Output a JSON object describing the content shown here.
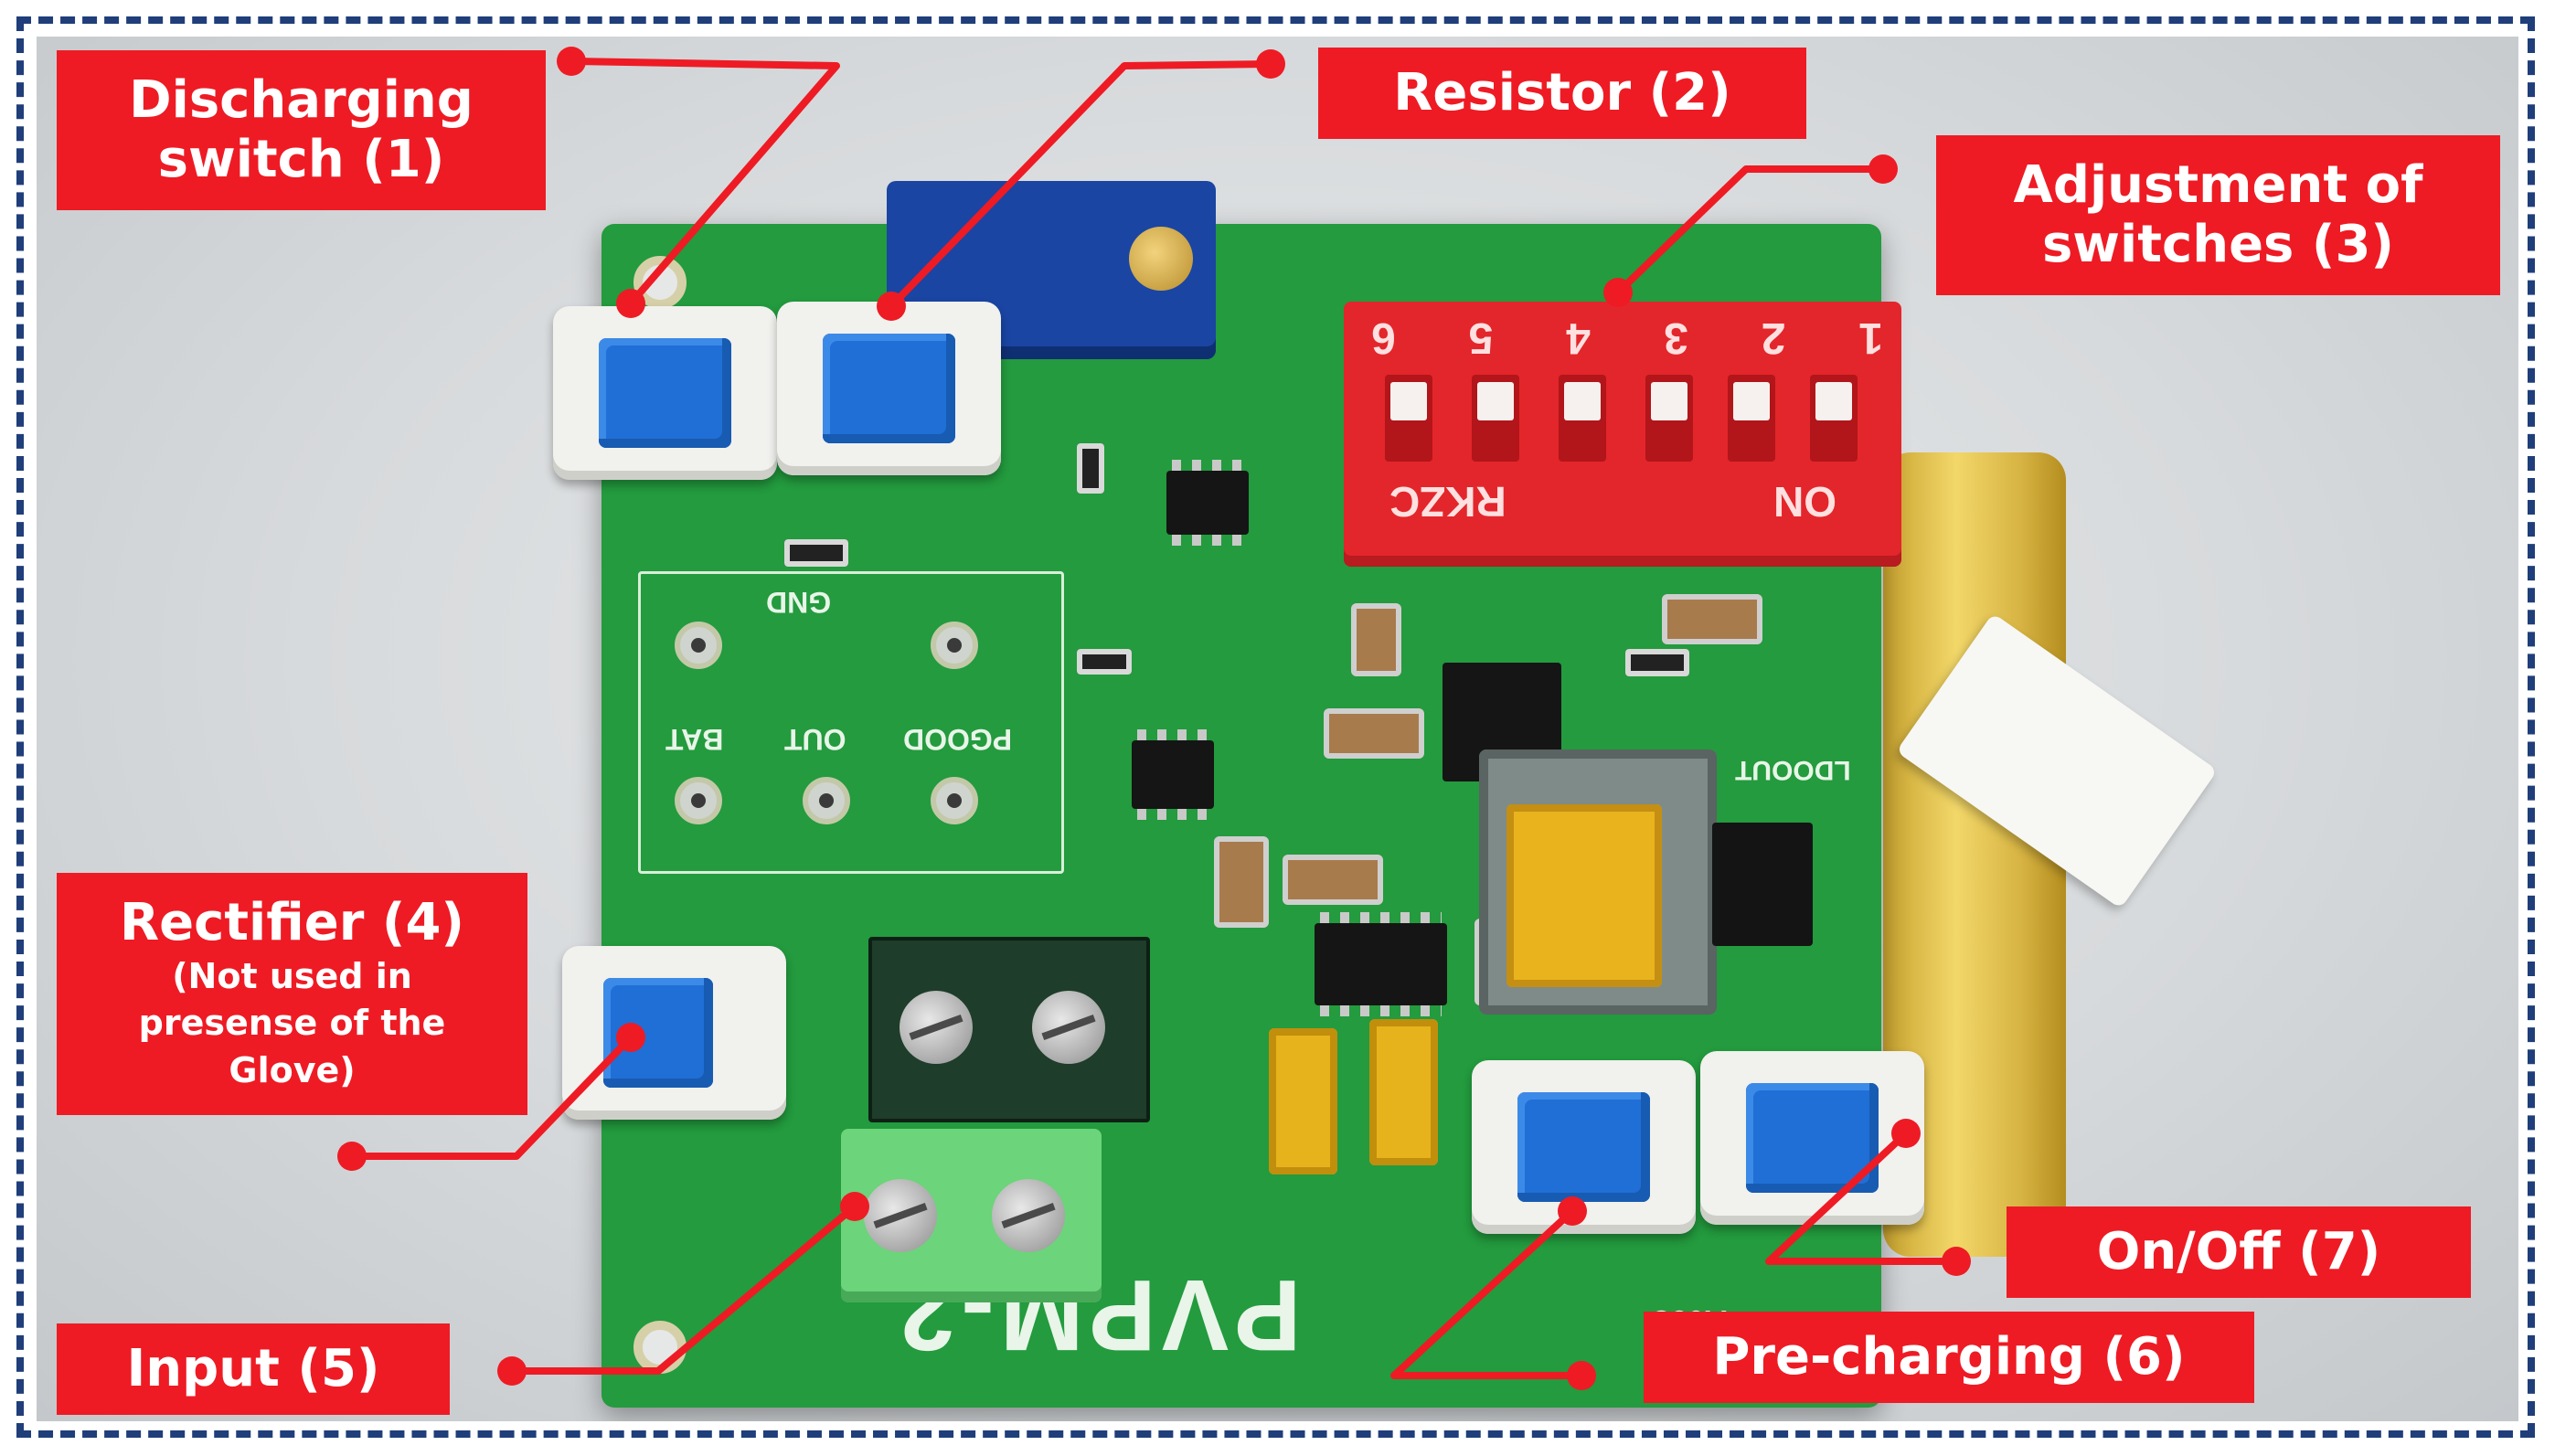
{
  "figure": {
    "labels": {
      "discharging_switch": [
        "Discharging",
        "switch (1)"
      ],
      "resistor": "Resistor (2)",
      "adjustment_switches": [
        "Adjustment of",
        "switches (3)"
      ],
      "rectifier": "Rectifier (4)",
      "rectifier_note": [
        "(Not used in",
        "presense of the",
        "Glove)"
      ],
      "input": "Input (5)",
      "pre_charging": "Pre-charging (6)",
      "on_off": "On/Off (7)"
    },
    "board_markings": {
      "board_name": "PVPM-2",
      "dip_numbers": [
        "6",
        "5",
        "4",
        "3",
        "2",
        "1"
      ],
      "dip_left": "RKZC",
      "dip_right": "ON",
      "connector_labels": [
        "BAT",
        "OUT",
        "PGOOD"
      ],
      "gnd": "GND",
      "code": "A098",
      "ldoout": "LDOOUT"
    },
    "colors": {
      "callout": "#ee1b24",
      "leader": "#ee1b24",
      "frame": "#1f3e7a",
      "pcb": "#239b3e"
    }
  }
}
